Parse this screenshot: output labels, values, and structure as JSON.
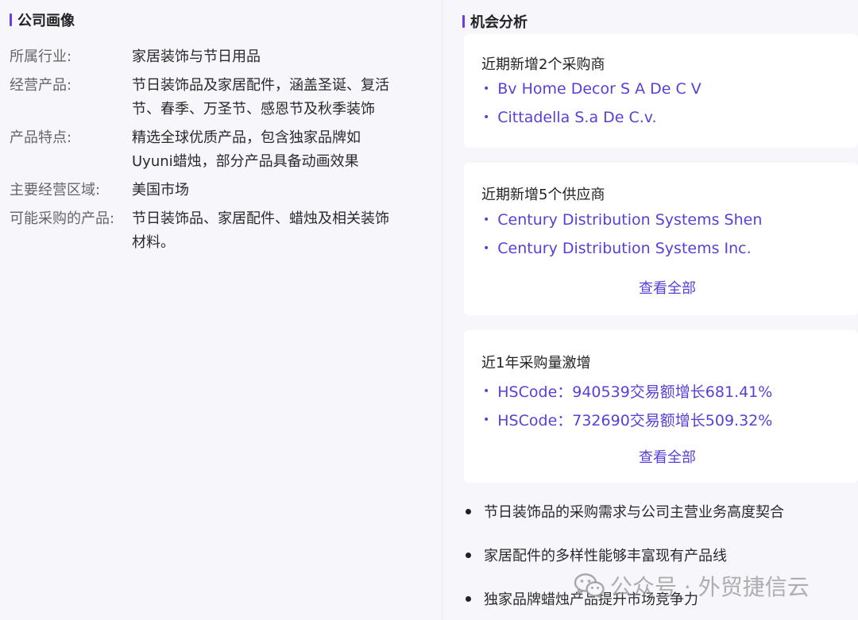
{
  "profile": {
    "title": "公司画像",
    "rows": [
      {
        "key": "所属行业:",
        "value": "家居装饰与节日用品"
      },
      {
        "key": "经营产品:",
        "value_lines": [
          "节日装饰品及家居配件，涵盖圣诞、复活",
          "节、春季、万圣节、感恩节及秋季装饰"
        ]
      },
      {
        "key": "产品特点:",
        "value_lines": [
          "精选全球优质产品，包含独家品牌如",
          "Uyuni蜡烛，部分产品具备动画效果"
        ]
      },
      {
        "key": "主要经营区域:",
        "value": "美国市场"
      },
      {
        "key": "可能采购的产品:",
        "value_lines": [
          "节日装饰品、家居配件、蜡烛及相关装饰",
          "材料。"
        ]
      }
    ]
  },
  "opportunity": {
    "title": "机会分析",
    "cards": [
      {
        "title": "近期新增2个采购商",
        "items": [
          "Bv Home Decor S A De C V",
          "Cittadella S.a De C.v."
        ]
      },
      {
        "title": "近期新增5个供应商",
        "items": [
          "Century Distribution Systems Shen",
          "Century Distribution Systems Inc."
        ],
        "view_all": "查看全部"
      },
      {
        "title": "近1年采购量激增",
        "items": [
          "HSCode：940539交易额增长681.41%",
          "HSCode：732690交易额增长509.32%"
        ],
        "view_all": "查看全部"
      }
    ],
    "reasons": [
      "节日装饰品的采购需求与公司主营业务高度契合",
      "家居配件的多样性能够丰富现有产品线",
      "独家品牌蜡烛产品提升市场竞争力"
    ]
  },
  "watermark": {
    "text": "公众号 · 外贸捷信云",
    "icon": "wechat-icon"
  },
  "colors": {
    "accent": "#5a3fd6",
    "title_bar": "#6a3fe0",
    "background": "#f6f6fb"
  }
}
